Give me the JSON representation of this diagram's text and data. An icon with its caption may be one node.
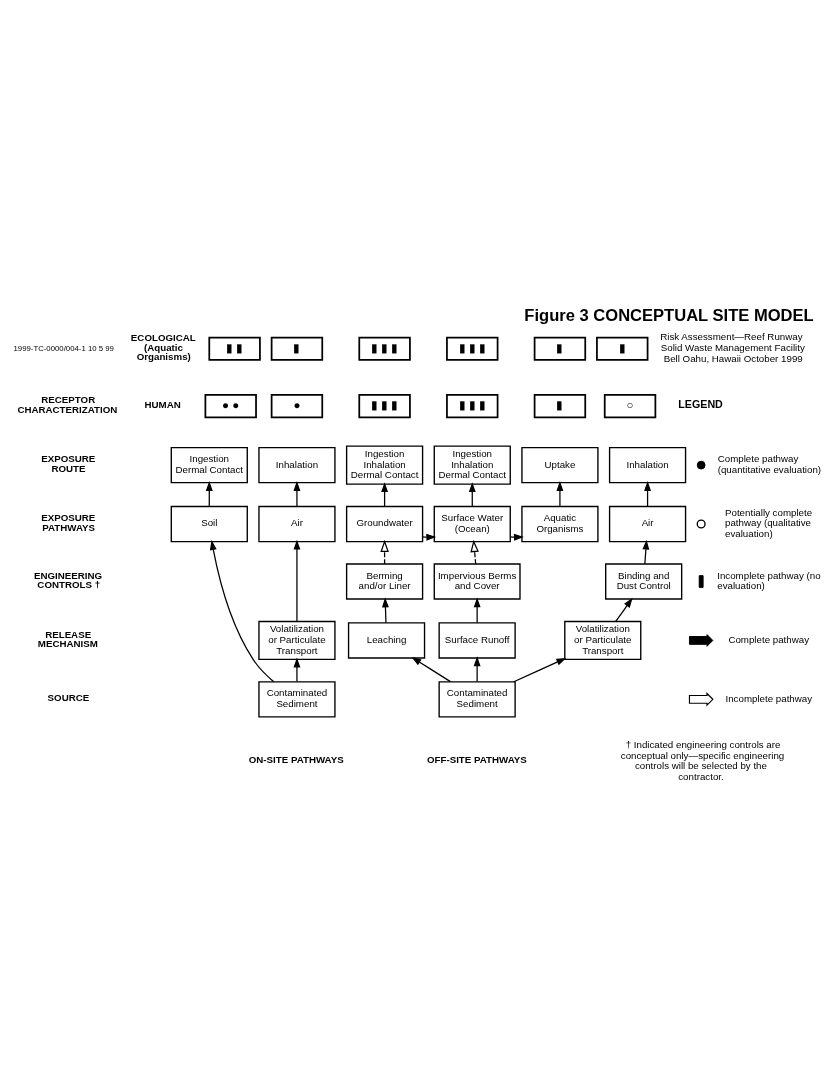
{
  "diagram": {
    "title": "Figure 3 CONCEPTUAL SITE MODEL",
    "nodes": [
      {
        "text": [
          "▮ ▮"
        ]
      },
      {
        "text": [
          "▮"
        ]
      },
      {
        "text": [
          "▮ ▮ ▮"
        ]
      },
      {
        "text": [
          "▮ ▮ ▮"
        ]
      },
      {
        "text": [
          "▮"
        ]
      },
      {
        "text": [
          "▮"
        ]
      },
      {
        "text": [
          "● ●"
        ]
      },
      {
        "text": [
          "●"
        ]
      },
      {
        "text": [
          "▮ ▮ ▮"
        ]
      },
      {
        "text": [
          "▮ ▮ ▮"
        ]
      },
      {
        "text": [
          "▮"
        ]
      },
      {
        "text": [
          "○"
        ]
      },
      {
        "text": [
          "Ingestion Dermal Contact"
        ]
      },
      {
        "text": [
          "Inhalation"
        ]
      },
      {
        "text": [
          "Ingestion Inhalation Dermal Contact"
        ]
      },
      {
        "text": [
          "Ingestion Inhalation Dermal Contact"
        ]
      },
      {
        "text": [
          "Uptake"
        ]
      },
      {
        "text": [
          "Inhalation"
        ]
      },
      {
        "text": [
          "Soil"
        ]
      },
      {
        "text": [
          "Air"
        ]
      },
      {
        "text": [
          "Groundwater"
        ]
      },
      {
        "text": [
          "Surface Water (Ocean)"
        ]
      },
      {
        "text": [
          "Aquatic Organisms"
        ]
      },
      {
        "text": [
          "Air"
        ]
      },
      {
        "text": [
          "Berming and/or Liner"
        ]
      },
      {
        "text": [
          "Impervious Berms and Cover"
        ]
      },
      {
        "text": [
          "Binding and Dust Control"
        ]
      },
      {
        "text": [
          "Volatilization or Particulate Transport"
        ]
      },
      {
        "text": [
          "Leaching"
        ]
      },
      {
        "text": [
          "Surface Runoff"
        ]
      },
      {
        "text": [
          "Volatilization or Particulate Transport"
        ]
      },
      {
        "text": [
          "Contaminated Sediment"
        ]
      },
      {
        "text": [
          "Contaminated Sediment"
        ]
      }
    ],
    "edges": [
      {
        "from": 31,
        "to": 18,
        "arrow": "to"
      },
      {
        "from": 31,
        "to": 27,
        "arrow": "to"
      },
      {
        "from": 27,
        "to": 19,
        "arrow": "to"
      },
      {
        "from": 18,
        "to": 12,
        "arrow": "to"
      },
      {
        "from": 19,
        "to": 13,
        "arrow": "to"
      },
      {
        "from": 32,
        "to": 28,
        "arrow": "to"
      },
      {
        "from": 32,
        "to": 29,
        "arrow": "to"
      },
      {
        "from": 32,
        "to": 30,
        "arrow": "to"
      },
      {
        "from": 28,
        "to": 24,
        "arrow": "to"
      },
      {
        "from": 29,
        "to": 25,
        "arrow": "to"
      },
      {
        "from": 30,
        "to": 26,
        "arrow": "to"
      },
      {
        "from": 24,
        "to": 20,
        "arrow": "to",
        "style": "dashed"
      },
      {
        "from": 25,
        "to": 21,
        "arrow": "to",
        "style": "dashed"
      },
      {
        "from": 26,
        "to": 23,
        "arrow": "to"
      },
      {
        "from": 20,
        "to": 21,
        "arrow": "to"
      },
      {
        "from": 21,
        "to": 22,
        "arrow": "to"
      },
      {
        "from": 20,
        "to": 14,
        "arrow": "to"
      },
      {
        "from": 21,
        "to": 15,
        "arrow": "to"
      },
      {
        "from": 22,
        "to": 16,
        "arrow": "to"
      },
      {
        "from": 23,
        "to": 17,
        "arrow": "to"
      }
    ],
    "labels": [
      "1999-TC-0000/004-1 10 5 99",
      "ECOLOGICAL (Aquatic Organisms)",
      "Risk Assessment—Reef Runway Solid Waste Management Facility Bell Oahu, Hawaii October 1999",
      "RECEPTOR CHARACTERIZATION",
      "HUMAN",
      "LEGEND",
      "EXPOSURE ROUTE",
      "EXPOSURE PATHWAYS",
      "ENGINEERING CONTROLS †",
      "RELEASE MECHANISM",
      "SOURCE",
      "ON-SITE PATHWAYS",
      "OFF-SITE PATHWAYS",
      "† Indicated engineering controls are conceptual only—specific engineering controls will be selected by the contractor."
    ],
    "legend": [
      {
        "text": "Complete pathway (quantitative evaluation)"
      },
      {
        "text": "Potentially complete pathway (qualitative evaluation)"
      },
      {
        "text": "Incomplete pathway (no evaluation)"
      },
      {
        "text": "Complete pathway"
      },
      {
        "text": "Incomplete pathway"
      }
    ]
  }
}
